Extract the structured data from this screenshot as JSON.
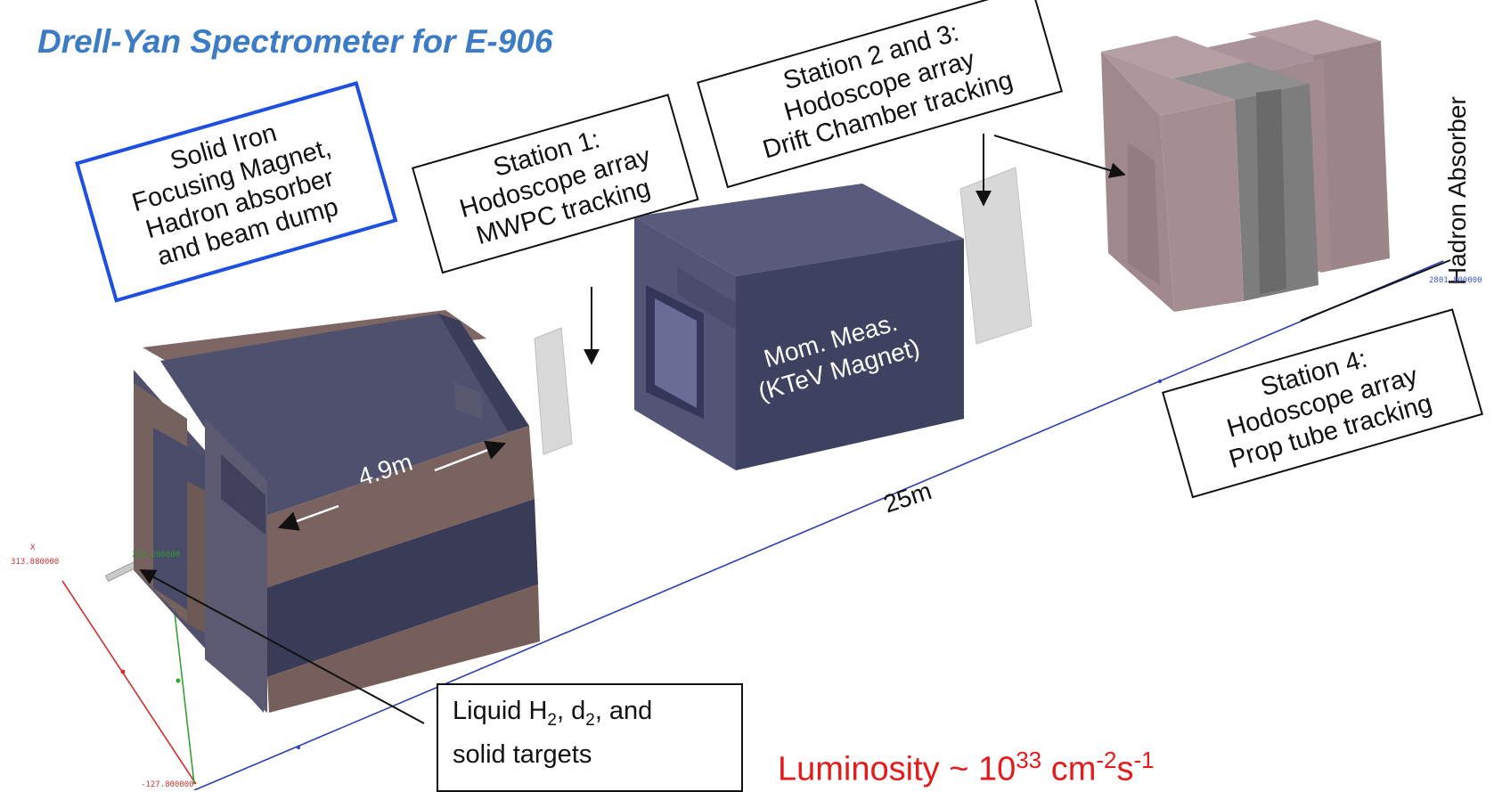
{
  "title": "Drell-Yan Spectrometer for E-906",
  "labels": {
    "magnet": [
      "Solid Iron",
      "Focusing Magnet,",
      "Hadron absorber",
      "and beam dump"
    ],
    "station1": [
      "Station 1:",
      "Hodoscope array",
      "MWPC tracking"
    ],
    "station23": [
      "Station 2 and 3:",
      "Hodoscope array",
      "Drift Chamber tracking"
    ],
    "station4": [
      "Station 4:",
      "Hodoscope array",
      "Prop tube tracking"
    ],
    "kitev": [
      "Mom. Meas.",
      "(KTeV Magnet)"
    ],
    "hadron_absorber": "Hadron Absorber",
    "length_magnet": "4.9m",
    "length_total": "25m",
    "targets": {
      "line1_prefix": "Liquid H",
      "sub_h": "2",
      "line1_mid": ", d",
      "sub_d": "2",
      "line1_suffix": ", and",
      "line2": "solid targets"
    }
  },
  "luminosity": {
    "prefix": "Luminosity ~ 10",
    "exp1": "33",
    "mid": " cm",
    "exp2": "-2",
    "unit_s": "s",
    "exp3": "-1"
  },
  "axis_readouts": {
    "x_label": "X",
    "x_value": "313.880000",
    "green_value": "233.200000",
    "bottom_value": "-127.800000",
    "right_value": "2801.800000"
  },
  "colors": {
    "title": "#3c7cc6",
    "magnet_box_border": "#1d4fe0",
    "luminosity": "#e51b1b",
    "iron_brown": "#7d6663",
    "steel_blue": "#4c4d6b",
    "ktev_body": "#3f4160",
    "absorber_pink": "#a08a8e",
    "beam_axis": "#2c3fb0"
  }
}
